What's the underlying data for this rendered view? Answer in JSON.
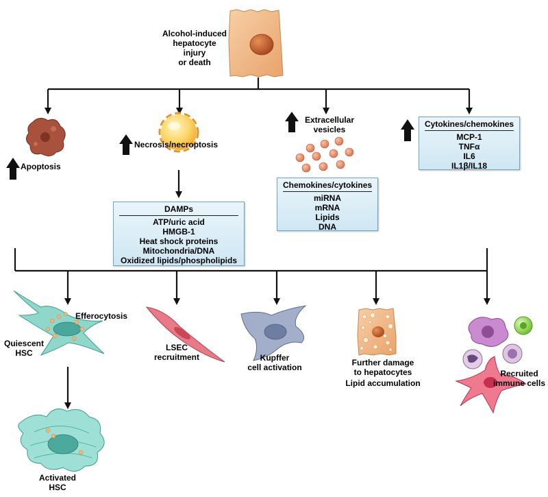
{
  "source": {
    "label_lines": [
      "Alcohol-induced",
      "hepatocyte",
      "injury",
      "or death"
    ]
  },
  "responses": {
    "apoptosis": "Apoptosis",
    "necrosis": "Necrosis/necroptosis",
    "vesicles_lines": [
      "Extracellular",
      "vesicles"
    ],
    "cytokines_box": {
      "title": "Cytokines/chemokines",
      "items": [
        "MCP-1",
        "TNFα",
        "IL6",
        "IL1β/IL18"
      ]
    }
  },
  "damps_box": {
    "title": "DAMPs",
    "items": [
      "ATP/uric acid",
      "HMGB-1",
      "Heat shock proteins",
      "Mitochondria/DNA",
      "Oxidized lipids/phospholipids"
    ]
  },
  "vesicle_box": {
    "title": "Chemokines/cytokines",
    "items": [
      "miRNA",
      "mRNA",
      "Lipids",
      "DNA"
    ]
  },
  "outcomes": {
    "efferocytosis": "Efferocytosis",
    "quiescent_hsc_lines": [
      "Quiescent",
      "HSC"
    ],
    "activated_hsc_lines": [
      "Activated",
      "HSC"
    ],
    "lsec_lines": [
      "LSEC",
      "recruitment"
    ],
    "kupffer_lines": [
      "Kupffer",
      "cell activation"
    ],
    "hepatocyte_lines": [
      "Further damage",
      "to hepatocytes",
      "Lipid accumulation"
    ],
    "immune_lines": [
      "Recruited",
      "immune cells"
    ]
  },
  "colors": {
    "hepatocyte": "#f2bf8c",
    "nucleus": "#c8662e",
    "apoptotic_cell": "#a8513c",
    "necrotic_cell": "#f8c24a",
    "vesicle": "#ef9a7a",
    "box_fill": "#d6ecf6",
    "hsc": "#7fcfc4",
    "lsec": "#e26a78",
    "kupffer": "#8d9bb8",
    "immune_purple": "#b06fb8",
    "immune_green": "#8fd14f",
    "immune_red": "#e0506a"
  }
}
